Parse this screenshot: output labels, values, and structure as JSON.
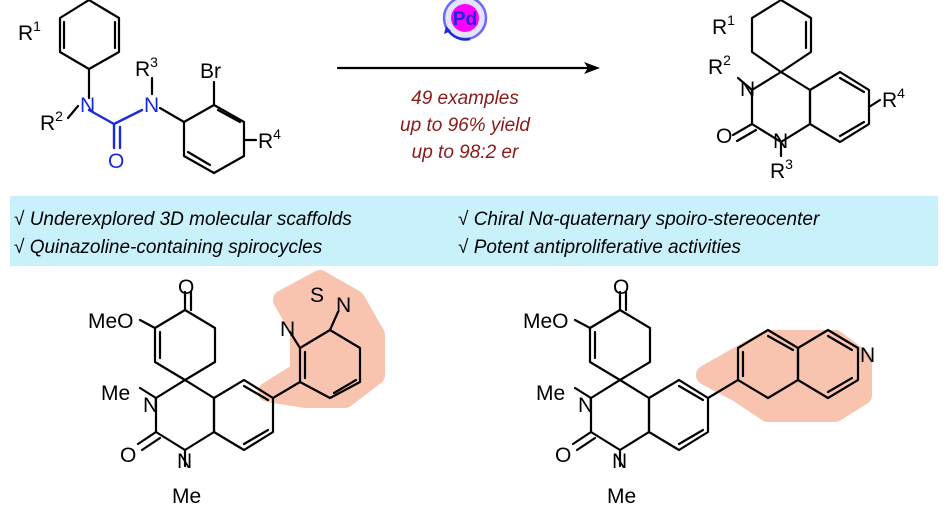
{
  "catalyst": {
    "label": "Pd"
  },
  "conditions": [
    "49 examples",
    "up to 96% yield",
    "up to 98:2 er"
  ],
  "highlights": [
    "√ Underexplored 3D molecular scaffolds",
    "√ Chiral Nα-quaternary spoiro-stereocenter",
    "√ Quinazoline-containing spirocycles",
    "√ Potent antiproliferative activities"
  ],
  "reactant": {
    "r1": "R",
    "r1_sup": "1",
    "r2": "R",
    "r2_sup": "2",
    "r3": "R",
    "r3_sup": "3",
    "r4": "R",
    "r4_sup": "4",
    "n_left": "N",
    "n_right": "N",
    "o": "O",
    "br": "Br"
  },
  "product": {
    "r1": "R",
    "r1_sup": "1",
    "r2": "R",
    "r2_sup": "2",
    "r3": "R",
    "r3_sup": "3",
    "r4": "R",
    "r4_sup": "4",
    "n_top": "N",
    "n_bottom": "N",
    "o": "O"
  },
  "example_left": {
    "meo": "MeO",
    "o_top": "O",
    "me_n": "Me",
    "n_top": "N",
    "o": "O",
    "n_bottom": "N",
    "me_bottom": "Me",
    "s": "S",
    "n1": "N",
    "n2": "N"
  },
  "example_right": {
    "meo": "MeO",
    "o_top": "O",
    "me_n": "Me",
    "n_top": "N",
    "o": "O",
    "n_bottom": "N",
    "me_bottom": "Me",
    "n_iso": "N"
  },
  "colors": {
    "green": "#00ff22",
    "magenta": "#ff00ff",
    "yellow": "#ffcc44",
    "orange": "#ff6f00",
    "highlight_bar": "#c8f1fb",
    "salmon": "#f8c4b0",
    "blue": "#1a2bd6",
    "dark_red": "#8b1a1a"
  }
}
